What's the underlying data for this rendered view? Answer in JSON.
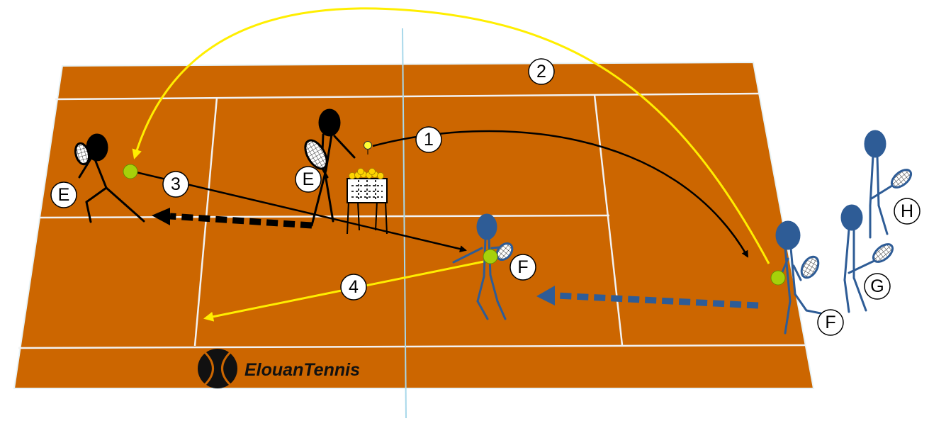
{
  "brand": {
    "name": "ElouanTennis"
  },
  "step_numbers": [
    "1",
    "2",
    "3",
    "4"
  ],
  "players": {
    "coach": "E",
    "player_e": "E",
    "player_f_front": "F",
    "player_f_back": "F",
    "player_g": "G",
    "player_h": "H"
  },
  "colors": {
    "court": "#CC6600",
    "lines": "#FFFFFF",
    "net": "#A8D8EA",
    "black_team": "#000000",
    "blue_team": "#2E5C96",
    "ball": "#A6D10A",
    "highlight": "#FFFF00"
  }
}
